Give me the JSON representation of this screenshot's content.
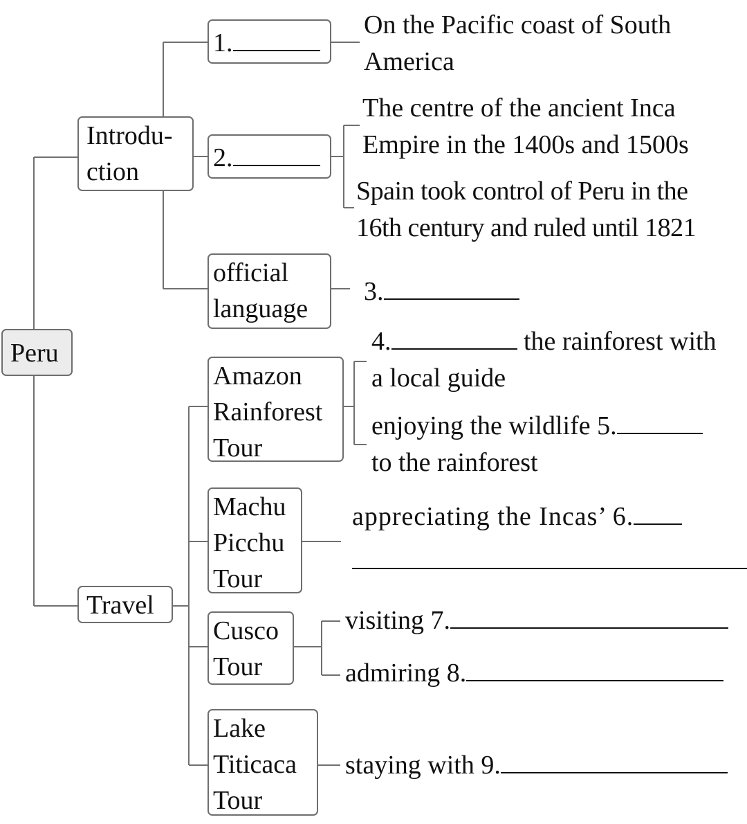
{
  "root": {
    "label": "Peru"
  },
  "introduction": {
    "label_line1": "Introdu-",
    "label_line2": "ction",
    "item1": {
      "label": "1.",
      "detail_line1": "On the Pacific coast of South",
      "detail_line2": "America"
    },
    "item2": {
      "label": "2.",
      "detail_a_line1": "The centre of the ancient Inca",
      "detail_a_line2": "Empire in the 1400s and 1500s",
      "detail_b_line1": "Spain took control of Peru in the",
      "detail_b_line2": "16th century and ruled until 1821"
    },
    "official_language": {
      "label_line1": "official",
      "label_line2": "language",
      "answer_label": "3."
    }
  },
  "travel": {
    "label": "Travel",
    "amazon": {
      "label_line1": "Amazon",
      "label_line2": "Rainforest",
      "label_line3": "Tour",
      "a_prefix": "4.",
      "a_suffix": "the rainforest with",
      "a_line2": "a local guide",
      "b_prefix": "enjoying the wildlife 5.",
      "b_line2": "to the rainforest"
    },
    "machu_picchu": {
      "label_line1": "Machu",
      "label_line2": "Picchu",
      "label_line3": "Tour",
      "prefix": "appreciating the Incas’ 6."
    },
    "cusco": {
      "label_line1": "Cusco",
      "label_line2": "Tour",
      "a_prefix": "visiting 7.",
      "b_prefix": "admiring 8."
    },
    "titicaca": {
      "label_line1": "Lake",
      "label_line2": "Titicaca",
      "label_line3": "Tour",
      "prefix": "staying with 9."
    }
  }
}
